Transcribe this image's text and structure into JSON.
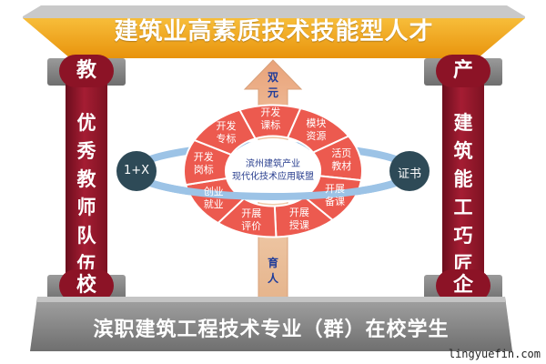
{
  "top_banner": {
    "title": "建筑业高素质技术技能型人才"
  },
  "left_pillar": {
    "top": "教",
    "middle": [
      "优",
      "秀",
      "教",
      "师",
      "队",
      "伍"
    ],
    "bottom": "校"
  },
  "right_pillar": {
    "top": "产",
    "middle": [
      "建",
      "筑",
      "能",
      "工",
      "巧",
      "匠"
    ],
    "bottom": "企"
  },
  "base": {
    "title": "滨职建筑工程技术专业（群）在校学生"
  },
  "arrow": {
    "top": [
      "双",
      "元"
    ],
    "bottom": [
      "育",
      "人"
    ]
  },
  "ring_tags": {
    "left": "1+X",
    "right": "证书"
  },
  "hub": {
    "line1": "滨州建筑产业",
    "line2": "现代化技术应用联盟"
  },
  "segments": [
    {
      "line1": "开发",
      "line2": "课标"
    },
    {
      "line1": "模块",
      "line2": "资源"
    },
    {
      "line1": "活页",
      "line2": "教材"
    },
    {
      "line1": "开展",
      "line2": "备课"
    },
    {
      "line1": "开展",
      "line2": "授课"
    },
    {
      "line1": "开展",
      "line2": "评价"
    },
    {
      "line1": "创业",
      "line2": "就业"
    },
    {
      "line1": "开发",
      "line2": "岗标"
    },
    {
      "line1": "开发",
      "line2": "专标"
    }
  ],
  "watermark": "lingyuefin.com",
  "colors": {
    "banner": "#f3a81c",
    "pillar": "#9b1a2e",
    "segment": "#ec5a4f",
    "ring": "#9cc3e6",
    "arrow": "#e7b690",
    "base": "#8a8a8a"
  }
}
